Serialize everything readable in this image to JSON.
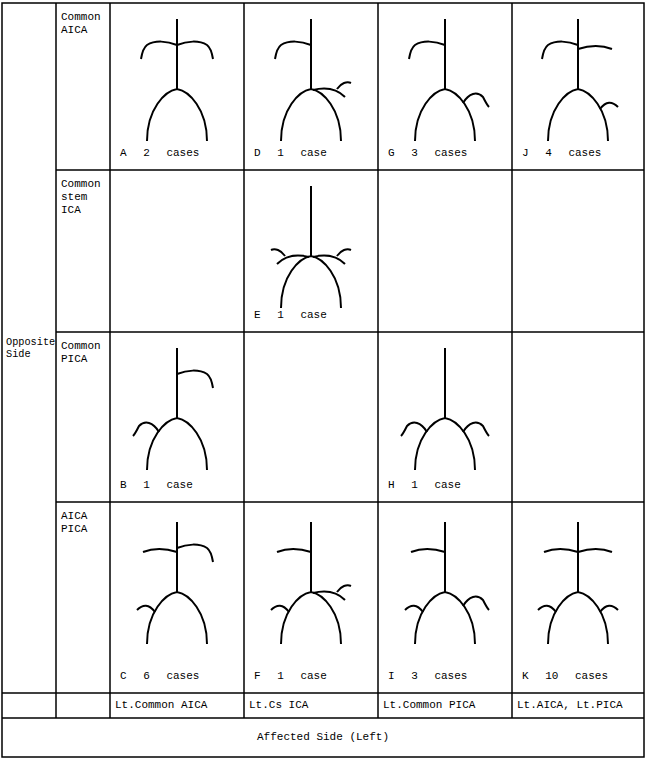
{
  "diagram": {
    "labels": [
      "Opposite Side",
      "Common AICA",
      "Common stem ICA",
      "Common PICA",
      "AICA PICA",
      "A 2 cases",
      "D 1 case",
      "G 3 cases",
      "J 4 cases",
      "E 1 case",
      "B 1 case",
      "H 1 case",
      "C 6 cases",
      "F 1 case",
      "I 3 cases",
      "K 10 cases",
      "Lt.Common AICA",
      "Lt.Cs ICA",
      "Lt.Common PICA",
      "Lt.AICA, Lt.PICA",
      "Affected Side (Left)"
    ]
  }
}
